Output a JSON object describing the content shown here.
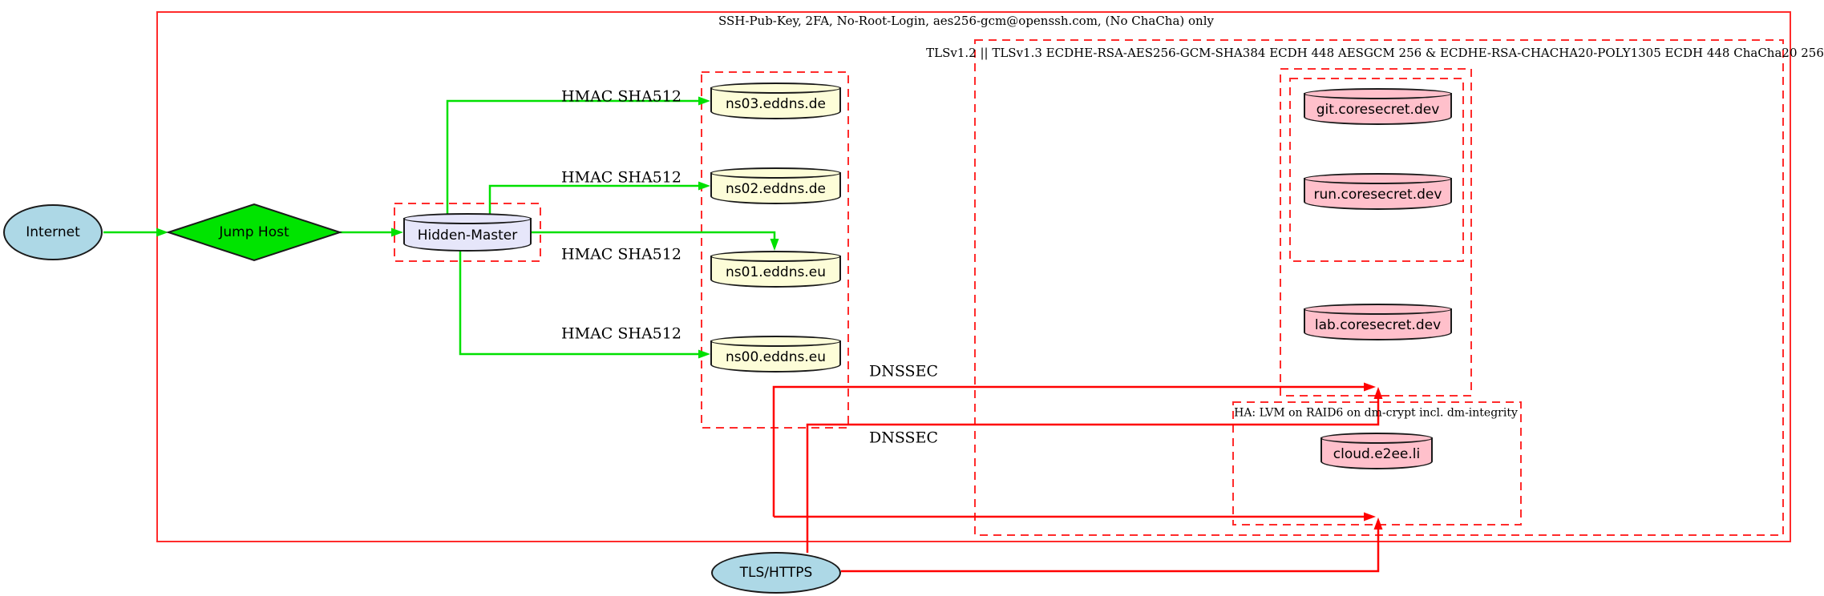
{
  "clusters": {
    "ssh_outer": {
      "label": "SSH-Pub-Key, 2FA, No-Root-Login, aes256-gcm@openssh.com, (No ChaCha) only"
    },
    "tls": {
      "label": "TLSv1.2 || TLSv1.3 ECDHE-RSA-AES256-GCM-SHA384 ECDH 448 AESGCM 256 & ECDHE-RSA-CHACHA20-POLY1305 ECDH 448 ChaCha20 256"
    },
    "ha": {
      "label": "HA: LVM on RAID6 on dm-crypt incl. dm-integrity"
    }
  },
  "nodes": {
    "internet": "Internet",
    "jump_host": "Jump Host",
    "hidden_master": "Hidden-Master",
    "ns03": "ns03.eddns.de",
    "ns02": "ns02.eddns.de",
    "ns01": "ns01.eddns.eu",
    "ns00": "ns00.eddns.eu",
    "git": "git.coresecret.dev",
    "run": "run.coresecret.dev",
    "lab": "lab.coresecret.dev",
    "cloud": "cloud.e2ee.li",
    "tls_https": "TLS/HTTPS"
  },
  "edge_labels": {
    "hmac_ns03": "HMAC SHA512",
    "hmac_ns02": "HMAC SHA512",
    "hmac_ns01": "HMAC SHA512",
    "hmac_ns00": "HMAC SHA512",
    "dnssec_1": "DNSSEC",
    "dnssec_2": "DNSSEC"
  },
  "colors": {
    "edge_green": "#00e000",
    "edge_red": "#ff0000",
    "cluster_red": "#ff2b2b",
    "node_lightblue": "#add8e6",
    "node_green": "#00e400",
    "node_lavender": "#e6e6fa",
    "node_lightyellow": "#fdfdd8",
    "node_pink": "#ffc0cb",
    "node_border": "#1a1a1a"
  }
}
